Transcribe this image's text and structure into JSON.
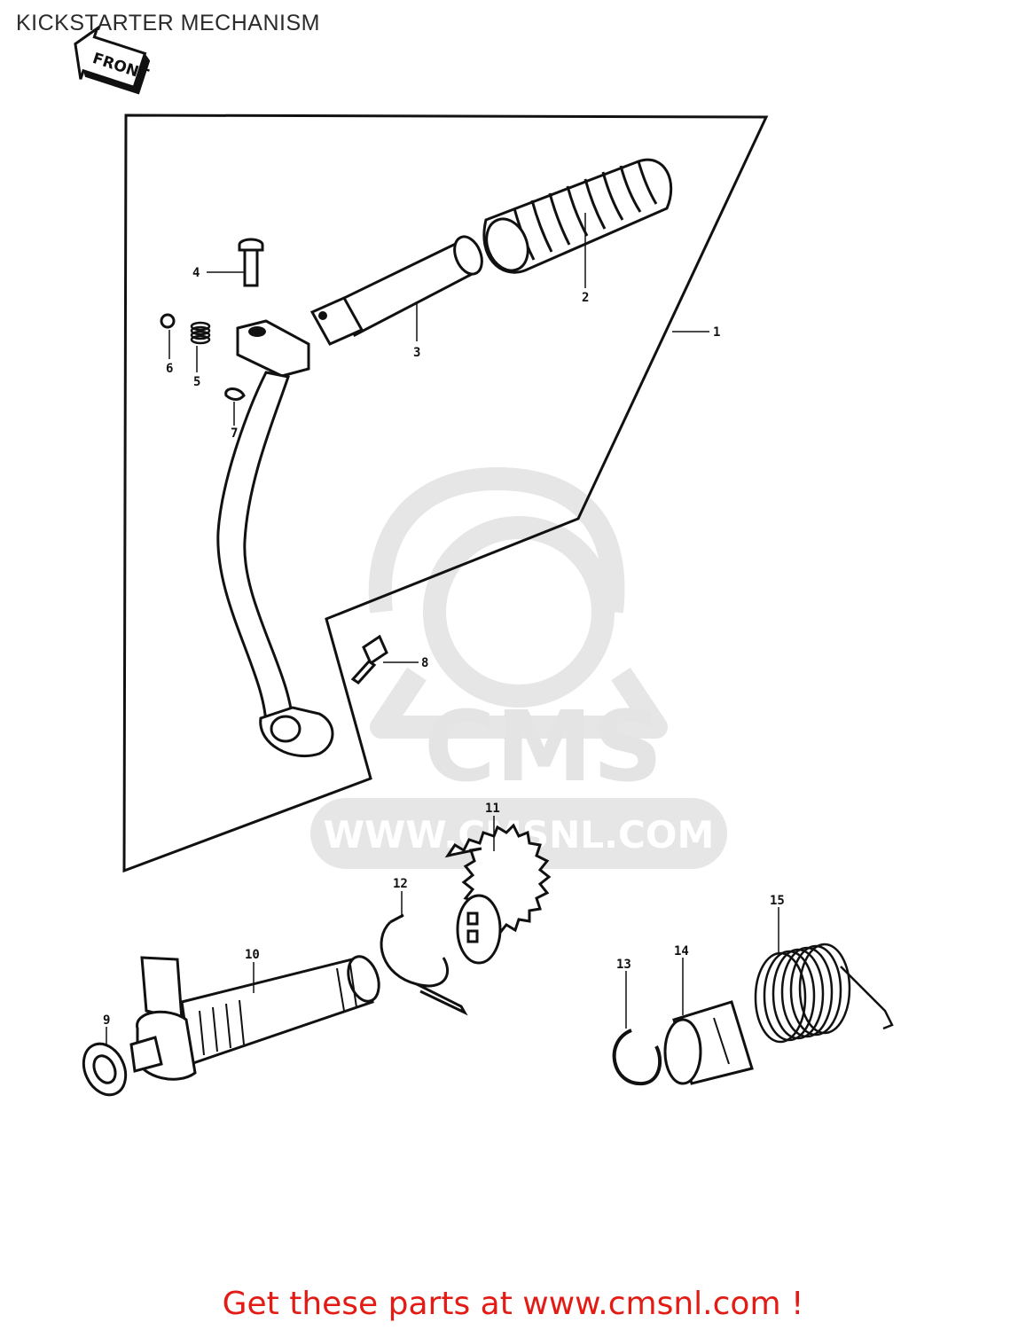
{
  "title": "KICKSTARTER MECHANISM",
  "front_badge": "FRONT",
  "watermark": {
    "logo_text": "CMS",
    "url_text": "WWW.CMSNL.COM"
  },
  "callouts": [
    {
      "id": "1",
      "label": "1"
    },
    {
      "id": "2",
      "label": "2"
    },
    {
      "id": "3",
      "label": "3"
    },
    {
      "id": "4",
      "label": "4"
    },
    {
      "id": "5",
      "label": "5"
    },
    {
      "id": "6",
      "label": "6"
    },
    {
      "id": "7",
      "label": "7"
    },
    {
      "id": "8",
      "label": "8"
    },
    {
      "id": "9",
      "label": "9"
    },
    {
      "id": "10",
      "label": "10"
    },
    {
      "id": "11",
      "label": "11"
    },
    {
      "id": "12",
      "label": "12"
    },
    {
      "id": "13",
      "label": "13"
    },
    {
      "id": "14",
      "label": "14"
    },
    {
      "id": "15",
      "label": "15"
    }
  ],
  "footer": {
    "link_text": "Get these parts at www.cmsnl.com !"
  },
  "colors": {
    "footer_text": "#e31b14",
    "line": "#111111",
    "watermark": "#e4e4e4"
  }
}
